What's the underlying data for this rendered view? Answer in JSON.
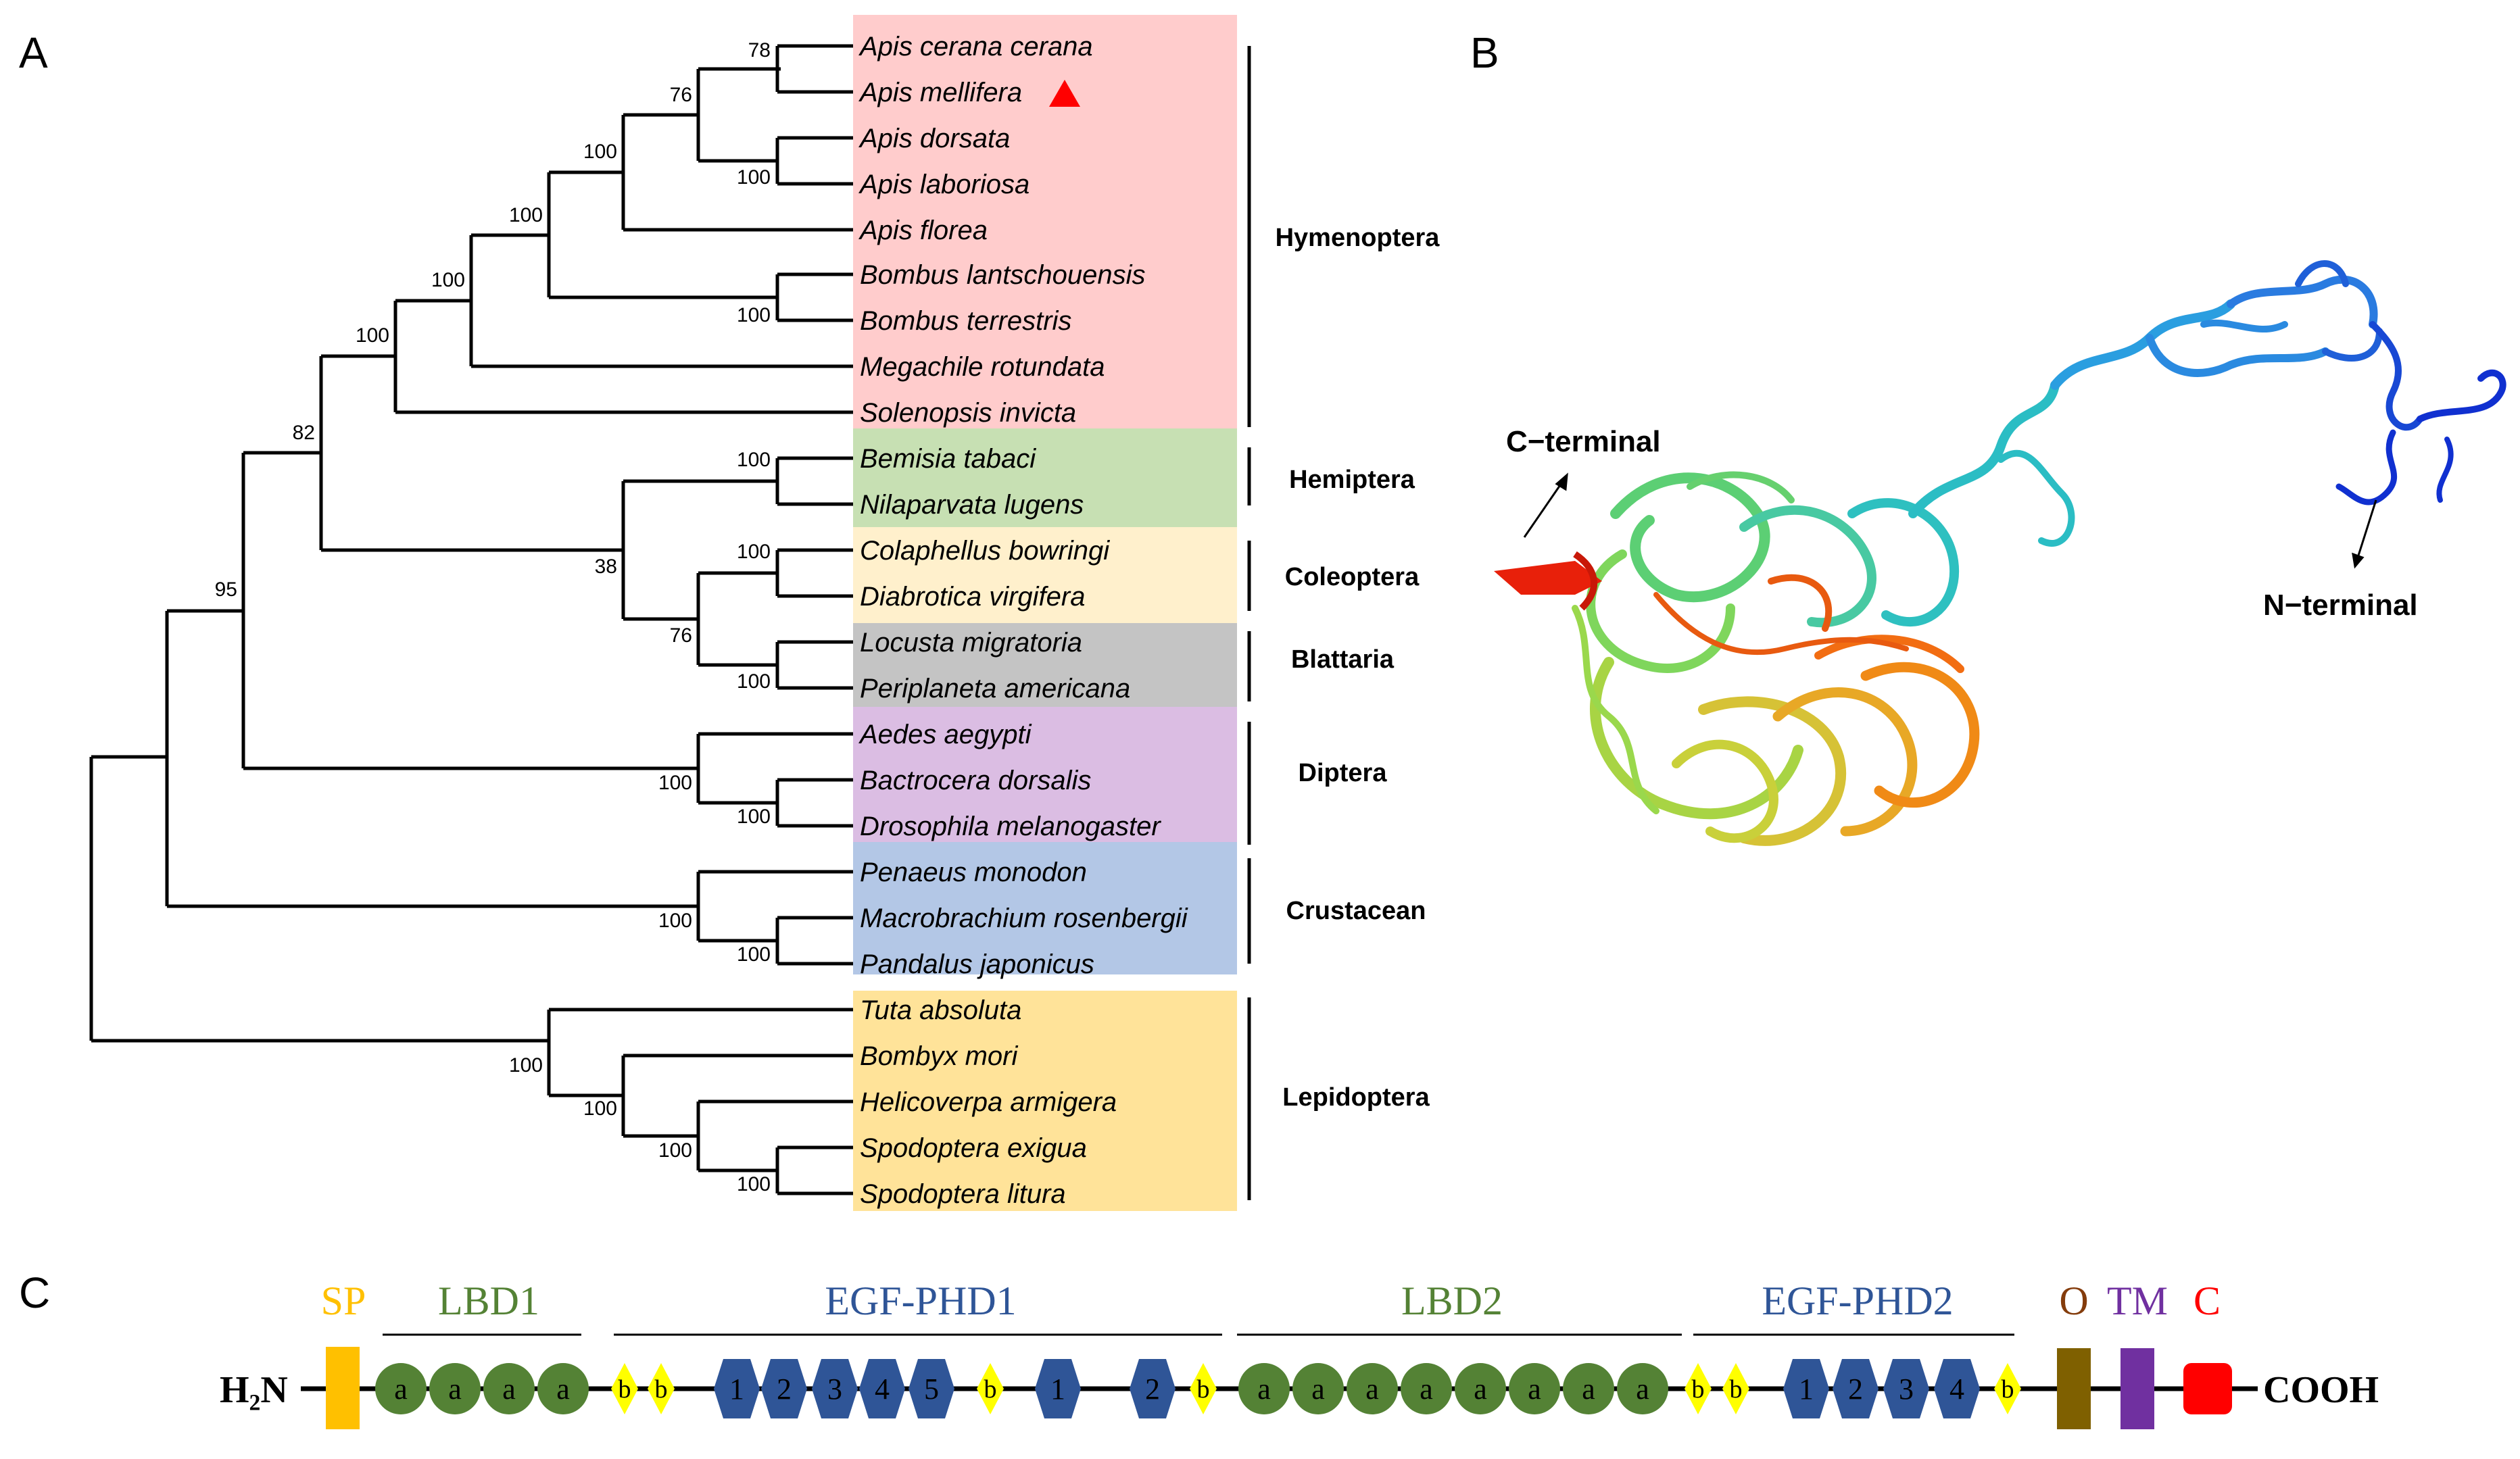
{
  "panels": {
    "a": "A",
    "b": "B",
    "c": "C"
  },
  "colors": {
    "Hymenoptera": "#ffcccc",
    "Hemiptera": "#c7e0b3",
    "Coleoptera": "#fff0cc",
    "Blattaria": "#c4c4c4",
    "Diptera": "#dbbde3",
    "Crustacean": "#b3c7e6",
    "Lepidoptera": "#ffe399",
    "marker": "#ff0000"
  },
  "tree": {
    "taxa": [
      {
        "name": "Apis cerana cerana",
        "group": "Hymenoptera"
      },
      {
        "name": "Apis mellifera",
        "group": "Hymenoptera",
        "marked": true
      },
      {
        "name": "Apis dorsata",
        "group": "Hymenoptera"
      },
      {
        "name": "Apis laboriosa",
        "group": "Hymenoptera"
      },
      {
        "name": "Apis florea",
        "group": "Hymenoptera"
      },
      {
        "name": "Bombus lantschouensis",
        "group": "Hymenoptera"
      },
      {
        "name": "Bombus terrestris",
        "group": "Hymenoptera"
      },
      {
        "name": "Megachile rotundata",
        "group": "Hymenoptera"
      },
      {
        "name": "Solenopsis invicta",
        "group": "Hymenoptera"
      },
      {
        "name": "Bemisia tabaci",
        "group": "Hemiptera"
      },
      {
        "name": "Nilaparvata lugens",
        "group": "Hemiptera"
      },
      {
        "name": "Colaphellus bowringi",
        "group": "Coleoptera"
      },
      {
        "name": "Diabrotica virgifera",
        "group": "Coleoptera"
      },
      {
        "name": "Locusta migratoria",
        "group": "Blattaria"
      },
      {
        "name": "Periplaneta americana",
        "group": "Blattaria"
      },
      {
        "name": "Aedes aegypti",
        "group": "Diptera"
      },
      {
        "name": "Bactrocera dorsalis",
        "group": "Diptera"
      },
      {
        "name": "Drosophila melanogaster",
        "group": "Diptera"
      },
      {
        "name": "Penaeus monodon",
        "group": "Crustacean"
      },
      {
        "name": "Macrobrachium rosenbergii",
        "group": "Crustacean"
      },
      {
        "name": "Pandalus japonicus",
        "group": "Crustacean"
      },
      {
        "name": "Tuta absoluta",
        "group": "Lepidoptera"
      },
      {
        "name": "Bombyx mori",
        "group": "Lepidoptera"
      },
      {
        "name": "Helicoverpa armigera",
        "group": "Lepidoptera"
      },
      {
        "name": "Spodoptera exigua",
        "group": "Lepidoptera"
      },
      {
        "name": "Spodoptera litura",
        "group": "Lepidoptera"
      }
    ],
    "groups": [
      "Hymenoptera",
      "Hemiptera",
      "Coleoptera",
      "Blattaria",
      "Diptera",
      "Crustacean",
      "Lepidoptera"
    ],
    "bootstrap": [
      "78",
      "76",
      "100",
      "100",
      "100",
      "100",
      "100",
      "100",
      "82",
      "100",
      "38",
      "100",
      "76",
      "100",
      "95",
      "100",
      "100",
      "100",
      "100",
      "100",
      "100",
      "100",
      "100"
    ]
  },
  "structure": {
    "c_terminal": "C−terminal",
    "n_terminal": "N−terminal"
  },
  "domains": {
    "h2n": "H₂N",
    "cooh": "COOH",
    "top": {
      "sp": "SP",
      "lbd1": "LBD1",
      "egf1": "EGF-PHD1",
      "lbd2": "LBD2",
      "egf2": "EGF-PHD2",
      "o": "O",
      "tm": "TM",
      "c": "C"
    },
    "a": "a",
    "b": "b",
    "egf1_numbers": [
      "1",
      "2",
      "3",
      "4",
      "5",
      "1",
      "2"
    ],
    "egf2_numbers": [
      "1",
      "2",
      "3",
      "4"
    ],
    "colors": {
      "sp": "#ffc000",
      "lbd": "#548235",
      "egf": "#2f5597",
      "b": "#ffff00",
      "o": "#7f6000",
      "tm": "#7030a0",
      "c": "#ff0000"
    }
  }
}
